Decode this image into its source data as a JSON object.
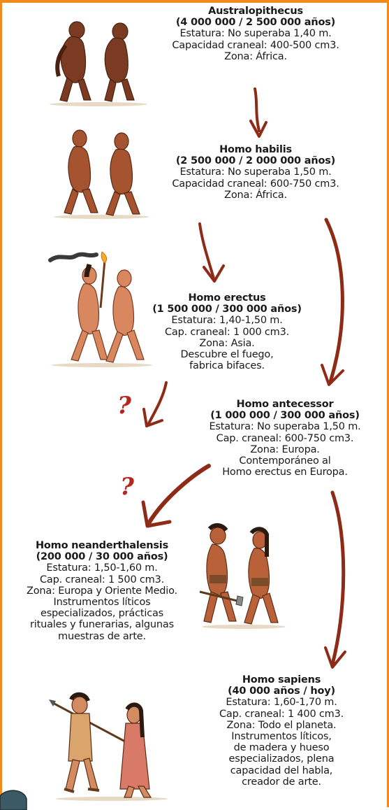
{
  "species": [
    {
      "name": "Australopithecus",
      "period": "(4 000 000 / 2 500 000 años)",
      "lines": [
        "Estatura: No superaba 1,40 m.",
        "Capacidad craneal: 400-500 cm3.",
        "Zona: África."
      ]
    },
    {
      "name": "Homo habilis",
      "period": "(2 500 000 / 2 000 000 años)",
      "lines": [
        "Estatura: No superaba 1,50 m.",
        "Capacidad craneal: 600-750 cm3.",
        "Zona: África."
      ]
    },
    {
      "name": "Homo erectus",
      "period": "(1 500 000 / 300 000 años)",
      "lines": [
        "Estatura: 1,40-1,50 m.",
        "Cap. craneal: 1 000 cm3.",
        "Zona: Asia.",
        "Descubre el fuego,",
        "fabrica bifaces."
      ]
    },
    {
      "name": "Homo antecessor",
      "period": "(1 000 000 / 300 000 años)",
      "lines": [
        "Estatura: No superaba 1,50 m.",
        "Cap. craneal: 600-750 cm3.",
        "Zona: Europa.",
        "Contemporáneo al",
        "Homo erectus en Europa."
      ]
    },
    {
      "name": "Homo neanderthalensis",
      "period": "(200 000 / 30 000 años)",
      "lines": [
        "Estatura: 1,50-1,60 m.",
        "Cap. craneal: 1 500 cm3.",
        "Zona: Europa y Oriente Medio.",
        "Instrumentos líticos",
        "especializados, prácticas",
        "rituales y funerarias, algunas",
        "muestras de arte."
      ]
    },
    {
      "name": "Homo sapiens",
      "period": "(40 000 años / hoy)",
      "lines": [
        "Estatura: 1,60-1,70 m.",
        "Cap. craneal: 1 400 cm3.",
        "Zona: Todo el planeta.",
        "Instrumentos líticos,",
        "de madera y hueso",
        "especializados, plena",
        "capacidad del habla,",
        "creador de arte."
      ]
    }
  ],
  "question_mark": "?",
  "colors": {
    "frame": "#f08a1c",
    "arrow": "#8e2b17",
    "skin": "#c8714b",
    "question": "#b5261e"
  }
}
